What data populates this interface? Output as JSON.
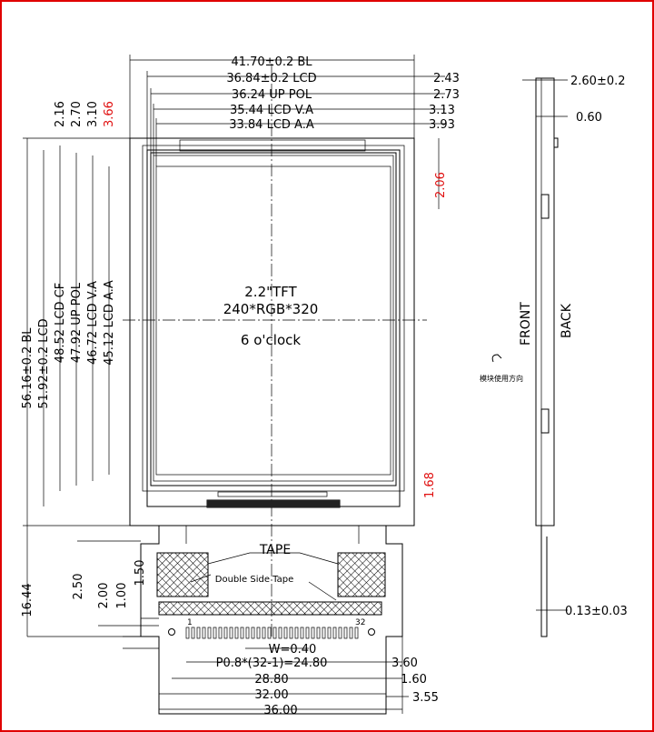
{
  "border_color": "#e00000",
  "accent_red": "#e01010",
  "top_dims": [
    "41.70±0.2 BL",
    "36.84±0.2 LCD",
    "36.24 UP POL",
    "35.44 LCD V.A",
    "33.84 LCD A.A"
  ],
  "right_top_dims": [
    "2.43",
    "2.73",
    "3.13",
    "3.93"
  ],
  "red_right_dim": "2.06",
  "left_small_dims": [
    "2.16",
    "2.70",
    "3.10"
  ],
  "red_left_dim": "3.66",
  "left_vertical_dims": [
    "56.16±0.2 BL",
    "51.92±0.2 LCD",
    "48.52 LCD CF",
    "47.92 UP POL",
    "46.72 LCD V.A",
    "45.12 LCD A.A"
  ],
  "center_text": [
    "2.2\"TFT",
    "240*RGB*320",
    "6 o'clock"
  ],
  "red_right_bottom_dim": "1.68",
  "tape_label": "TAPE",
  "double_side_tape": "Double Side Tape",
  "fpc_left_dims": [
    "16.44",
    "2.50",
    "2.00",
    "1.00",
    "1.50"
  ],
  "pin_labels": [
    "1",
    "32"
  ],
  "bottom_dims": [
    "W=0.40",
    "P0.8*(32-1)=24.80",
    "28.80",
    "32.00",
    "36.00"
  ],
  "bottom_right_dims": [
    "3.60",
    "1.60",
    "3.55"
  ],
  "side_dims": [
    "2.60±0.2",
    "0.60",
    "0.13±0.03"
  ],
  "side_labels": [
    "FRONT",
    "BACK"
  ],
  "direction_note": "模块使用方向"
}
